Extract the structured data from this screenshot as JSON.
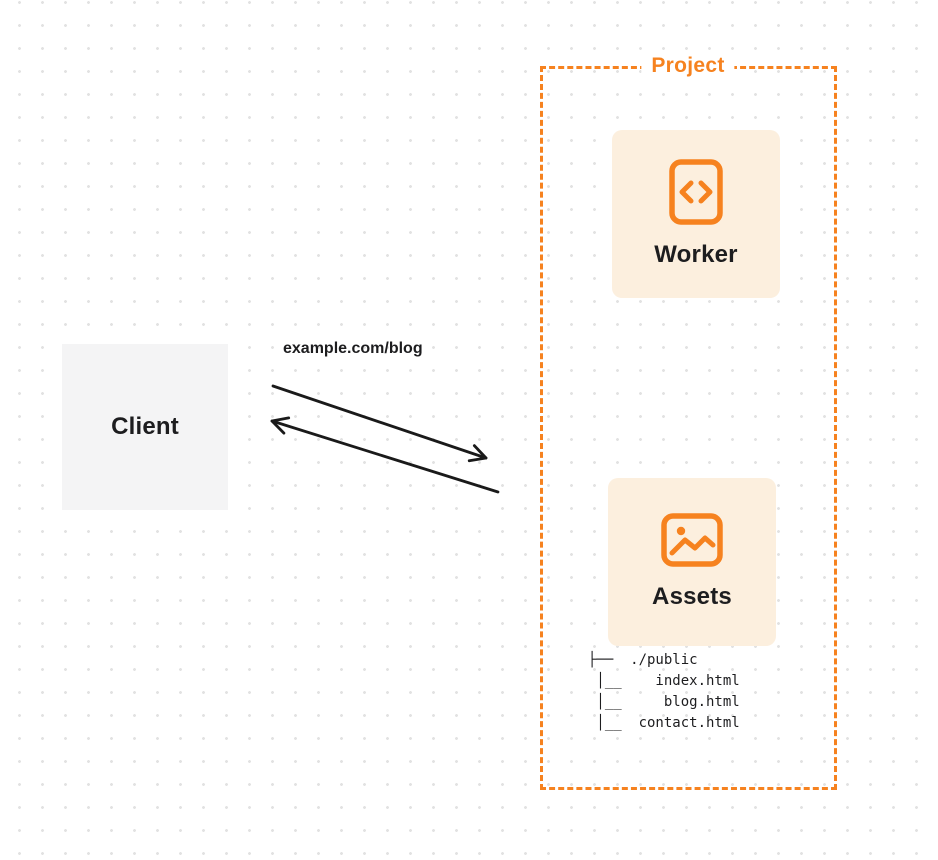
{
  "colors": {
    "accent_orange": "#F6821F",
    "card_bg": "#FCEFDE",
    "client_bg": "#F4F4F5",
    "arrow": "#1A1A1A",
    "text_dark": "#1D1D1F",
    "dot": "#E2E2E2"
  },
  "client": {
    "label": "Client"
  },
  "request": {
    "url_label": "example.com/blog"
  },
  "project": {
    "label": "Project",
    "worker": {
      "label": "Worker",
      "icon": "code-icon"
    },
    "assets": {
      "label": "Assets",
      "icon": "image-icon",
      "file_tree": [
        "├──  ./public",
        " │__    index.html",
        " │__     blog.html",
        " │__  contact.html"
      ]
    }
  }
}
